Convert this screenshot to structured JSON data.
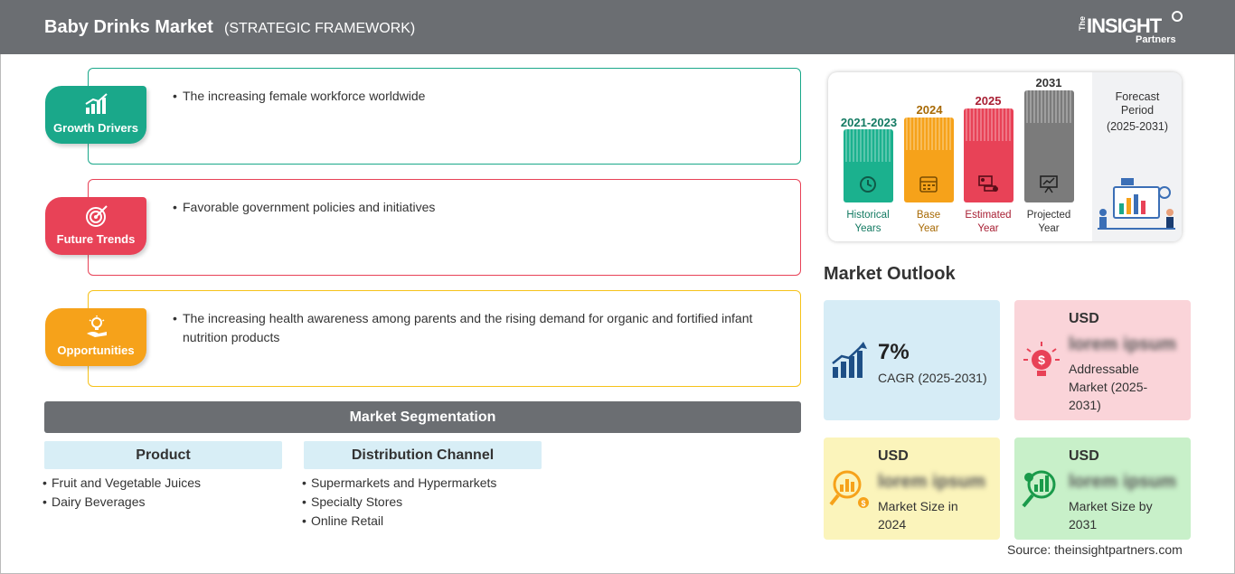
{
  "header": {
    "title": "Baby Drinks Market",
    "subtitle": "(STRATEGIC FRAMEWORK)",
    "logo": {
      "the": "The",
      "insight": "INSIGHT",
      "partners": "Partners"
    }
  },
  "drivers": [
    {
      "label": "Growth Drivers",
      "icon": "growth-chart-icon",
      "text": "The increasing female workforce worldwide",
      "color": "#1aa88a"
    },
    {
      "label": "Future Trends",
      "icon": "target-icon",
      "text": "Favorable government policies and initiatives",
      "color": "#e84257"
    },
    {
      "label": "Opportunities",
      "icon": "lightbulb-hand-icon",
      "text": "The increasing health awareness among parents and the rising demand for organic and fortified infant nutrition products",
      "color": "#f6a21a"
    }
  ],
  "segmentation": {
    "title": "Market Segmentation",
    "columns": [
      {
        "heading": "Product",
        "items": [
          "Fruit and Vegetable Juices",
          "Dairy Beverages"
        ]
      },
      {
        "heading": "Distribution Channel",
        "items": [
          "Supermarkets and Hypermarkets",
          "Specialty Stores",
          "Online Retail"
        ]
      }
    ]
  },
  "timeline": {
    "bars": [
      {
        "year": "2021-2023",
        "caption_1": "Historical",
        "caption_2": "Years",
        "color": "#1bb18e",
        "text_color": "#137a62",
        "icon": "history-icon"
      },
      {
        "year": "2024",
        "caption_1": "Base",
        "caption_2": "Year",
        "color": "#f6a21a",
        "text_color": "#a86a05",
        "icon": "calendar-icon"
      },
      {
        "year": "2025",
        "caption_1": "Estimated",
        "caption_2": "Year",
        "color": "#e84257",
        "text_color": "#a81f33",
        "icon": "estimate-icon"
      },
      {
        "year": "2031",
        "caption_1": "Projected",
        "caption_2": "Year",
        "color": "#7b7b7b",
        "text_color": "#333333",
        "icon": "presentation-icon"
      }
    ],
    "forecast": {
      "line1": "Forecast",
      "line2": "Period",
      "line3": "(2025-2031)"
    }
  },
  "outlook": {
    "title": "Market Outlook",
    "cards": [
      {
        "value": "7%",
        "desc": "CAGR (2025-2031)",
        "color": "#d6ecf6",
        "icon": "growth-bars-icon"
      },
      {
        "usd": "USD",
        "blurred": "lorem ipsum",
        "desc_1": "Addressable",
        "desc_2": "Market (2025-",
        "desc_3": "2031)",
        "color": "#fad4d9",
        "icon": "dollar-bulb-icon"
      },
      {
        "usd": "USD",
        "blurred": "lorem ipsum",
        "desc_1": "Market Size in",
        "desc_2": "2024",
        "color": "#fbf4bb",
        "icon": "magnifier-chart-icon"
      },
      {
        "usd": "USD",
        "blurred": "lorem ipsum",
        "desc_1": "Market Size by",
        "desc_2": "2031",
        "color": "#c8f0c9",
        "icon": "magnifier-growth-icon"
      }
    ]
  },
  "source": "Source: theinsightpartners.com"
}
